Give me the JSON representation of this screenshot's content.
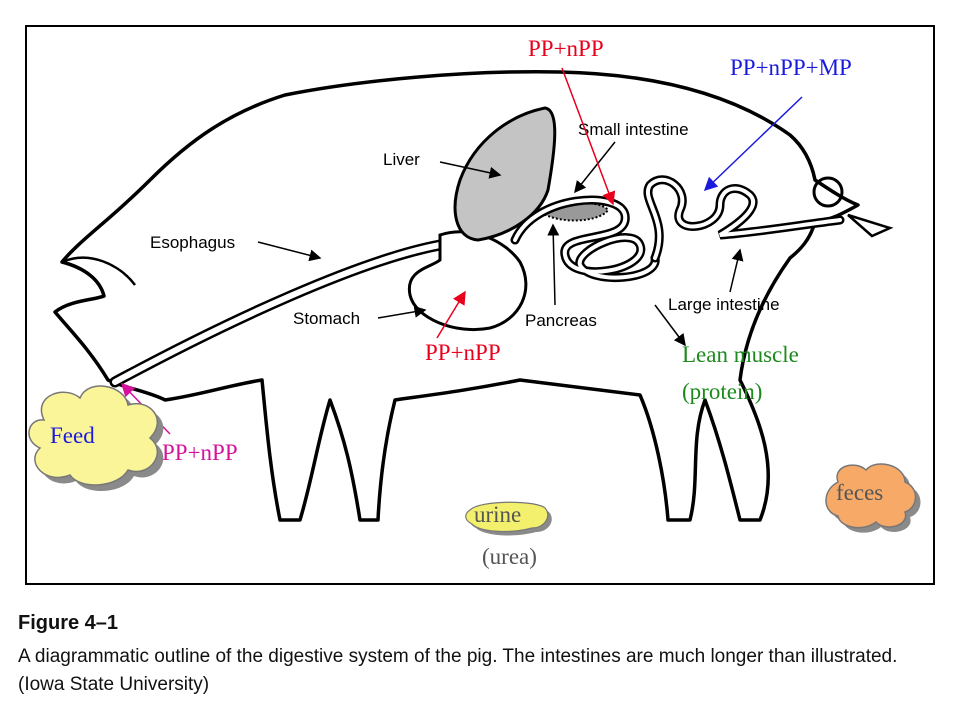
{
  "labels": {
    "pp_npp_top": "PP+nPP",
    "pp_npp_mp": "PP+nPP+MP",
    "pp_npp_stomach": "PP+nPP",
    "pp_npp_feed": "PP+nPP",
    "lean_muscle_line1": "Lean muscle",
    "lean_muscle_line2": "(protein)",
    "feed": "Feed",
    "feces": "feces",
    "urine": "urine",
    "urea": "(urea)"
  },
  "parts": {
    "liver": "Liver",
    "small_intestine": "Small intestine",
    "esophagus": "Esophagus",
    "stomach": "Stomach",
    "pancreas": "Pancreas",
    "large_intestine": "Large intestine"
  },
  "caption": {
    "title": "Figure 4–1",
    "text": "A diagrammatic outline of the digestive system of the pig. The intestines are much longer than illustrated. (Iowa State University)"
  },
  "colors": {
    "red": "#e8001c",
    "blue": "#1a1adf",
    "magenta": "#d6119c",
    "green": "#1e8a1e",
    "gray_text": "#555555",
    "feed_cloud": "#fbf59a",
    "feces_cloud": "#f7a968",
    "urine_fill": "#f2f06c",
    "liver_fill": "#c4c4c4"
  }
}
